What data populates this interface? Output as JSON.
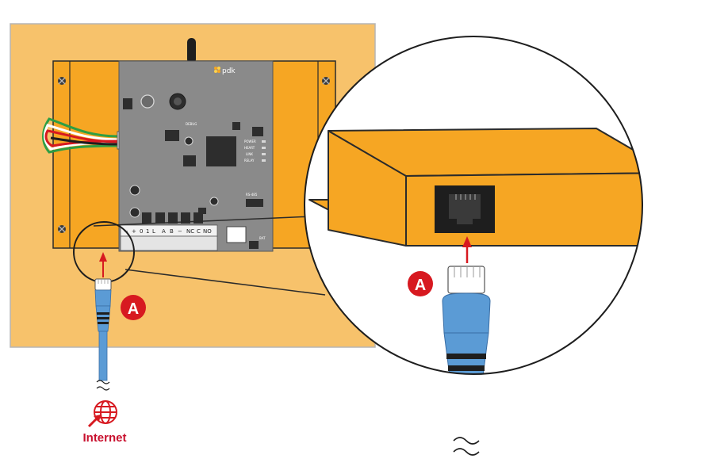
{
  "board": {
    "brand": "pdk",
    "silkscreen": {
      "debug": "DEBUG",
      "leds": [
        "POWER",
        "HEART",
        "LINK",
        "RELAY"
      ],
      "rs485": "RS-485",
      "bat": "BAT"
    },
    "terminals": [
      "−",
      "+",
      "0",
      "1",
      "L",
      "A",
      "B",
      "−",
      "NC",
      "C",
      "NO"
    ]
  },
  "markers": {
    "left": "A",
    "right": "A"
  },
  "internet": {
    "label": "Internet",
    "icon": "globe-arrow-icon"
  },
  "colors": {
    "enclosure": "#f7c26b",
    "orange": "#f6a623",
    "pcb": "#8a8a8a",
    "cable": "#5b9bd5",
    "red": "#d71920",
    "outline": "#2b2b2b"
  }
}
